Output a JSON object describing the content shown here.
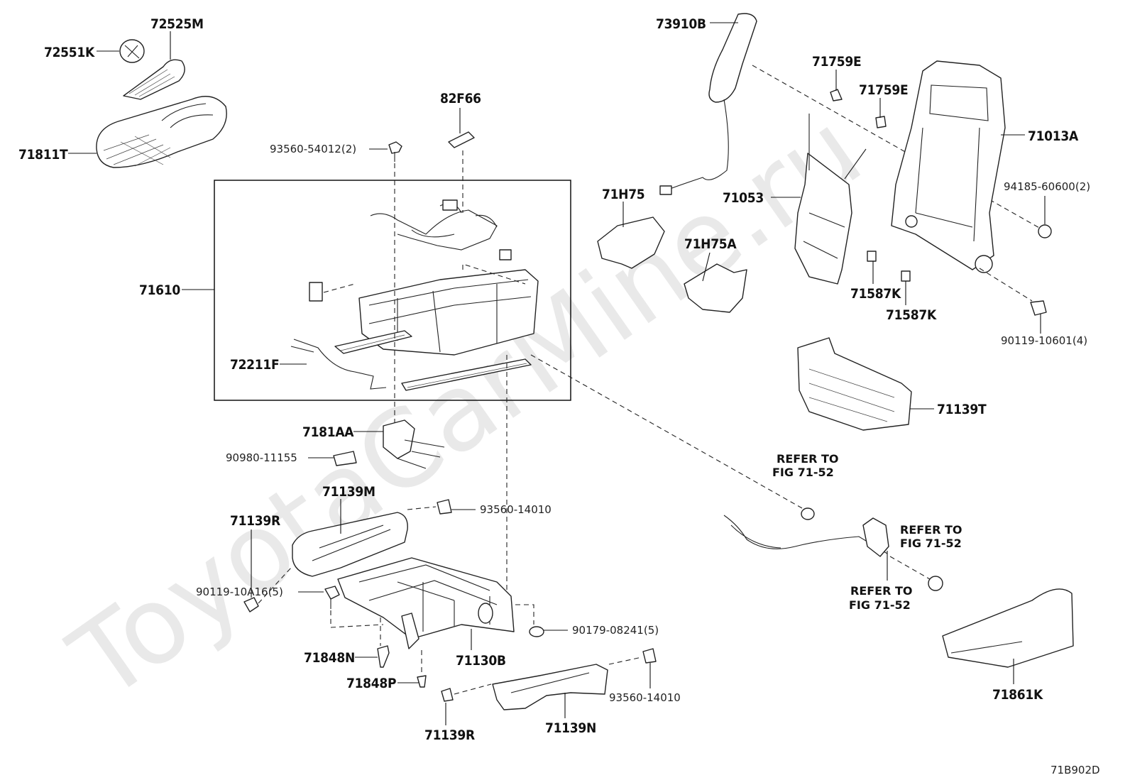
{
  "watermark": "ToyotaCarMine.ru",
  "diagram_code": "71B902D",
  "labels": {
    "p72525M": "72525M",
    "p72551K": "72551K",
    "p71811T": "71811T",
    "p82F66": "82F66",
    "p93560_54012": "93560-54012(2)",
    "p71610": "71610",
    "p72211F": "72211F",
    "p7181AA": "7181AA",
    "p90980_11155": "90980-11155",
    "p71139M": "71139M",
    "p71139R_top": "71139R",
    "p93560_14010_top": "93560-14010",
    "p90119_10A16": "90119-10A16(5)",
    "p90179_08241": "90179-08241(5)",
    "p71848N": "71848N",
    "p71130B": "71130B",
    "p71848P": "71848P",
    "p93560_14010_bot": "93560-14010",
    "p71139R_bot": "71139R",
    "p71139N": "71139N",
    "p73910B": "73910B",
    "p71759E_a": "71759E",
    "p71759E_b": "71759E",
    "p71013A": "71013A",
    "p94185_60600": "94185-60600(2)",
    "p71053": "71053",
    "p71H75": "71H75",
    "p71H75A": "71H75A",
    "p71587K_a": "71587K",
    "p71587K_b": "71587K",
    "p90119_10601": "90119-10601(4)",
    "p71139T": "71139T",
    "refer1_a": "REFER TO",
    "refer1_b": "FIG 71-52",
    "refer2_a": "REFER TO",
    "refer2_b": "FIG 71-52",
    "refer3_a": "REFER TO",
    "refer3_b": "FIG 71-52",
    "p71861K": "71861K"
  }
}
